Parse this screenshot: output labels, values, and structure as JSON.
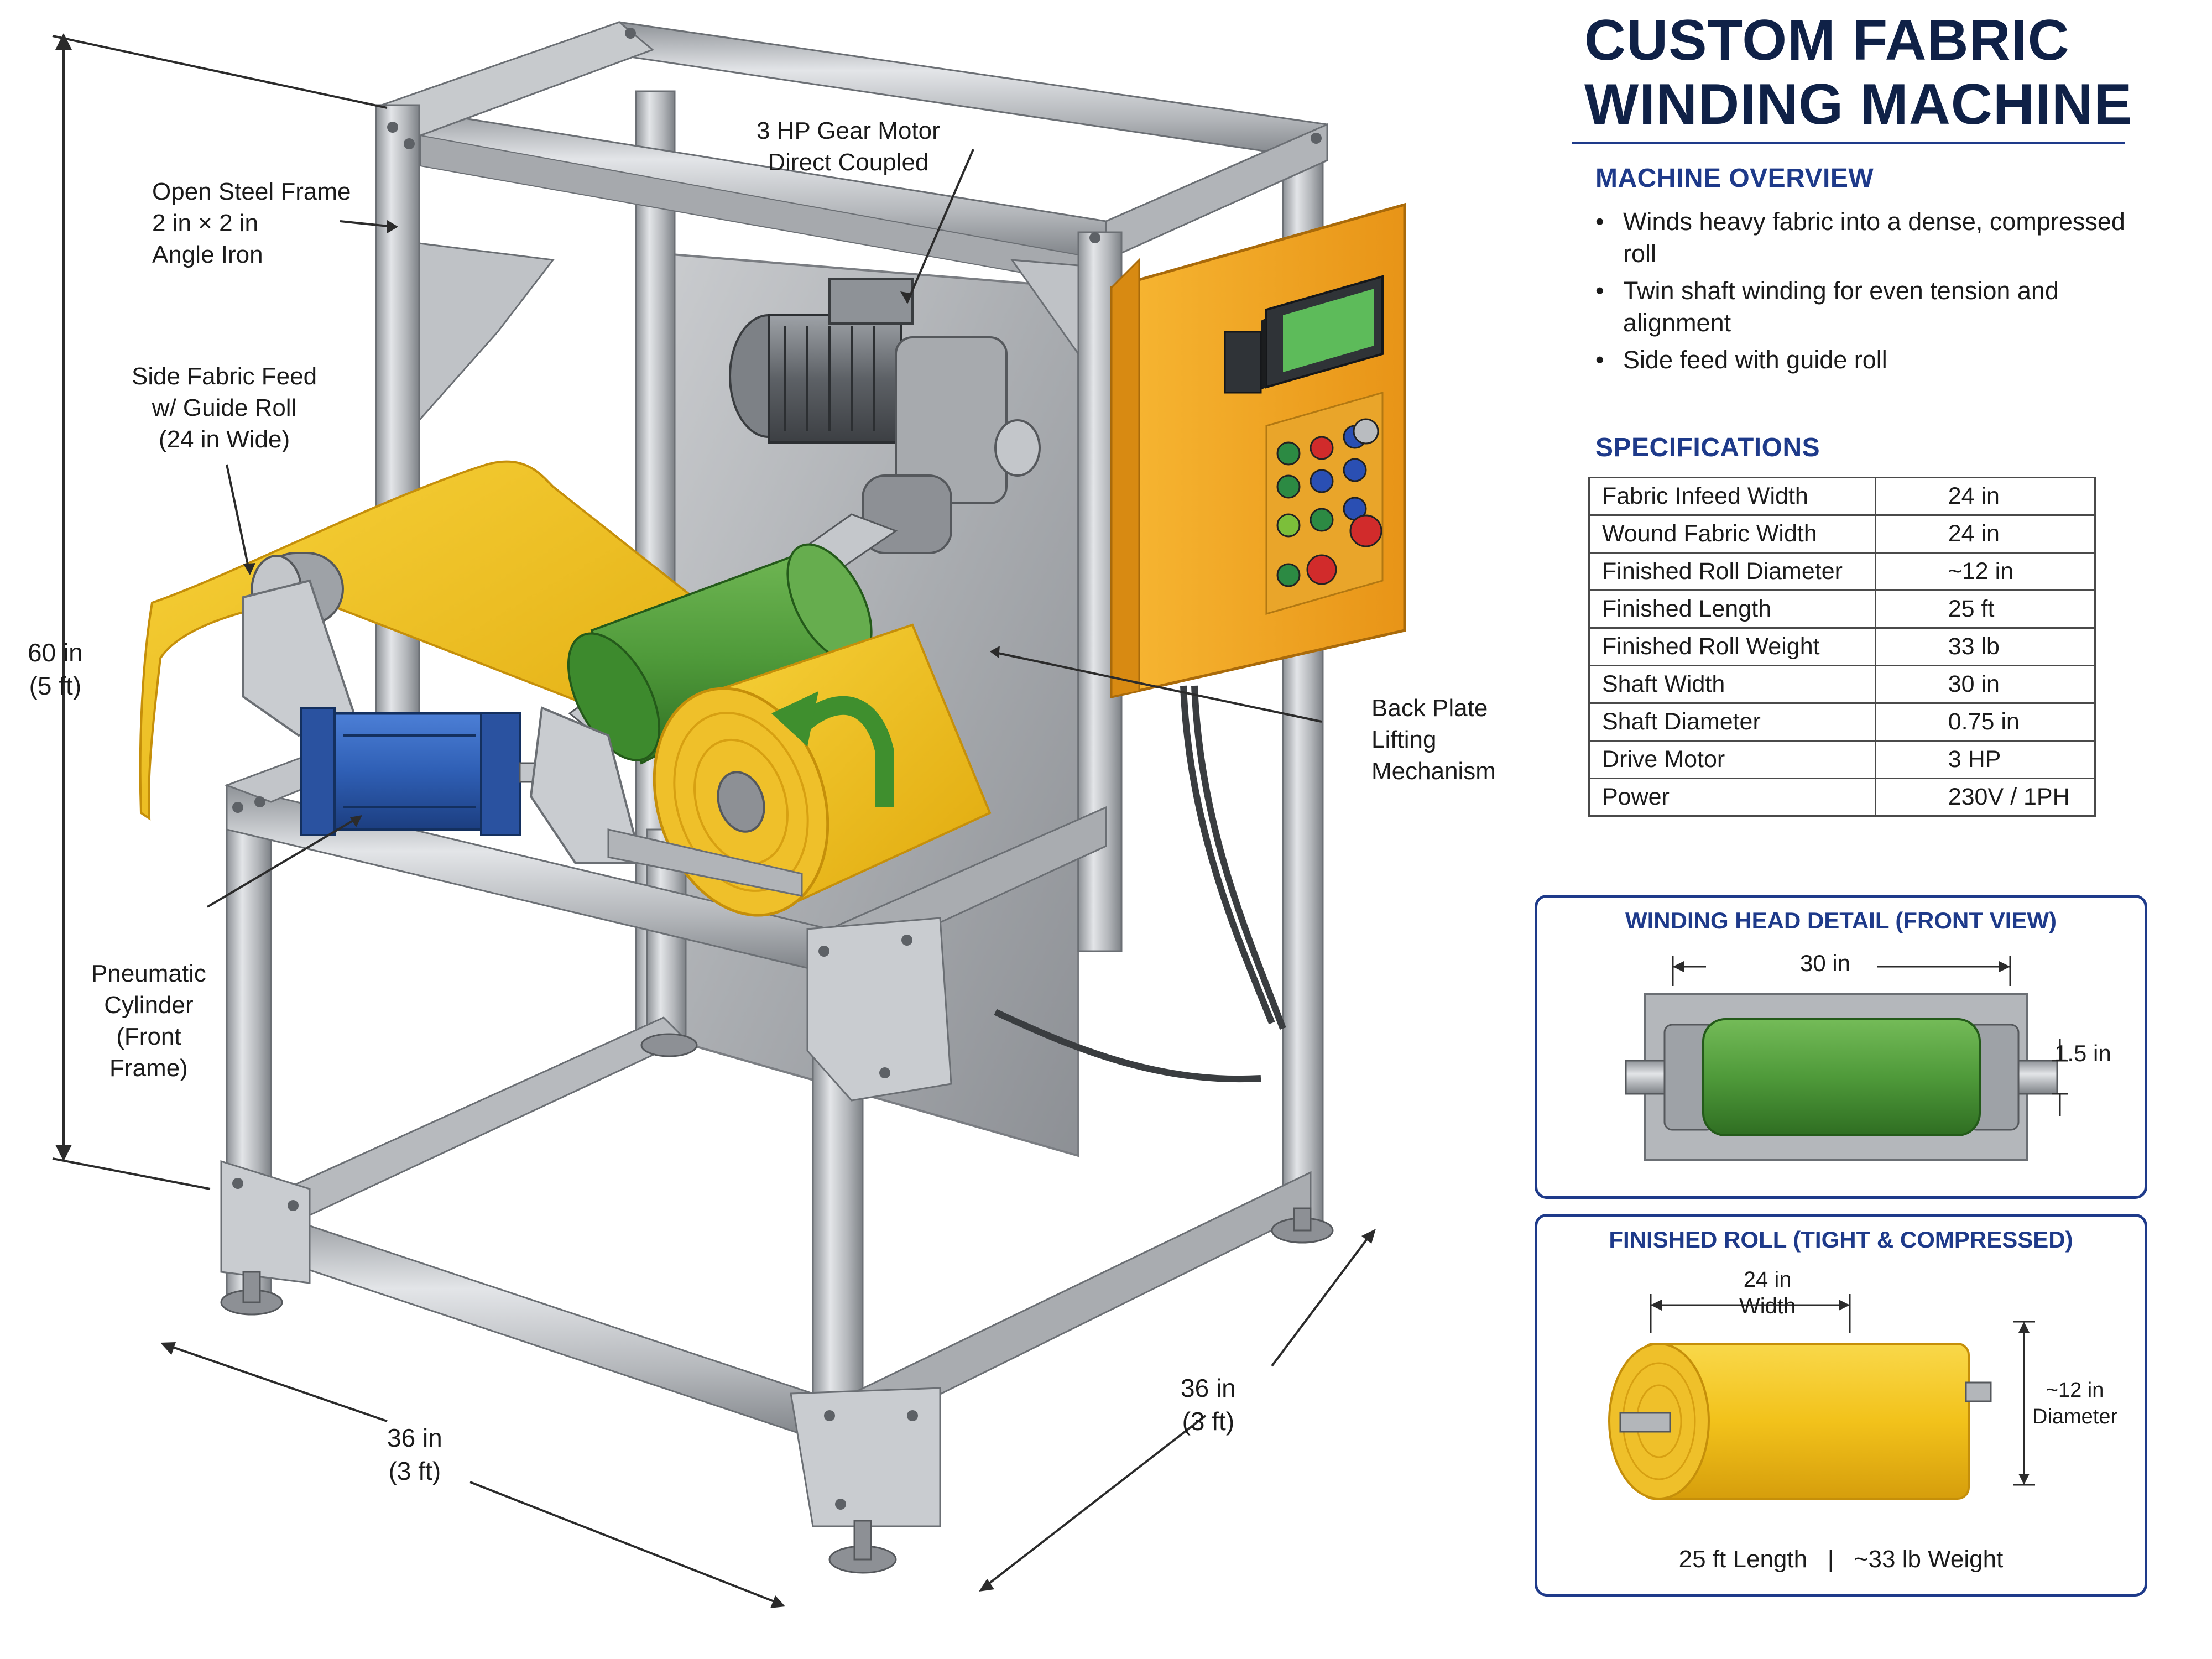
{
  "title": {
    "line1": "CUSTOM FABRIC",
    "line2": "WINDING MACHINE"
  },
  "overview": {
    "heading": "MACHINE OVERVIEW",
    "items": [
      "Winds heavy fabric into a dense, compressed roll",
      "Twin shaft winding for even tension and alignment",
      "Side feed with guide roll"
    ]
  },
  "specifications": {
    "heading": "SPECIFICATIONS",
    "rows": [
      {
        "label": "Fabric Infeed Width",
        "value": "24 in"
      },
      {
        "label": "Wound Fabric Width",
        "value": "24 in"
      },
      {
        "label": "Finished Roll Diameter",
        "value": "~12 in"
      },
      {
        "label": "Finished Length",
        "value": "25 ft"
      },
      {
        "label": "Finished Roll Weight",
        "value": "33 lb"
      },
      {
        "label": "Shaft Width",
        "value": "30 in"
      },
      {
        "label": "Shaft Diameter",
        "value": "0.75 in"
      },
      {
        "label": "Drive Motor",
        "value": "3 HP"
      },
      {
        "label": "Power",
        "value": "230V / 1PH"
      }
    ]
  },
  "winding_head": {
    "heading": "WINDING HEAD DETAIL (FRONT VIEW)",
    "width_label": "30 in",
    "diameter_label": "1.5 in"
  },
  "finished_roll": {
    "heading": "FINISHED ROLL (TIGHT & COMPRESSED)",
    "width_line1": "24 in",
    "width_line2": "Width",
    "diameter_line1": "~12 in",
    "diameter_line2": "Diameter",
    "footer": "25 ft Length   |   ~33 lb Weight"
  },
  "callouts": {
    "frame": {
      "line1": "Open Steel Frame",
      "line2": "2 in × 2 in",
      "line3": "Angle Iron"
    },
    "motor": {
      "line1": "3 HP Gear Motor",
      "line2": "Direct Coupled"
    },
    "feed": {
      "line1": "Side Fabric Feed",
      "line2": "w/ Guide Roll",
      "line3": "(24 in Wide)"
    },
    "back_plate": {
      "line1": "Back Plate",
      "line2": "Lifting",
      "line3": "Mechanism"
    },
    "pneumatic": {
      "line1": "Pneumatic",
      "line2": "Cylinder",
      "line3": "(Front",
      "line4": "Frame)"
    }
  },
  "dimensions": {
    "height": {
      "line1": "60 in",
      "line2": "(5 ft)"
    },
    "width": {
      "line1": "36 in",
      "line2": "(3 ft)"
    },
    "depth": {
      "line1": "36 in",
      "line2": "(3 ft)"
    }
  },
  "colors": {
    "navy": "#0f2147",
    "accent_blue": "#1e3a8a",
    "fabric_yellow": "#f2c21b",
    "roller_green": "#4f9a3a",
    "panel_orange": "#f5a623",
    "steel": "#b9bcc0",
    "cylinder_blue": "#2f5fb5"
  }
}
